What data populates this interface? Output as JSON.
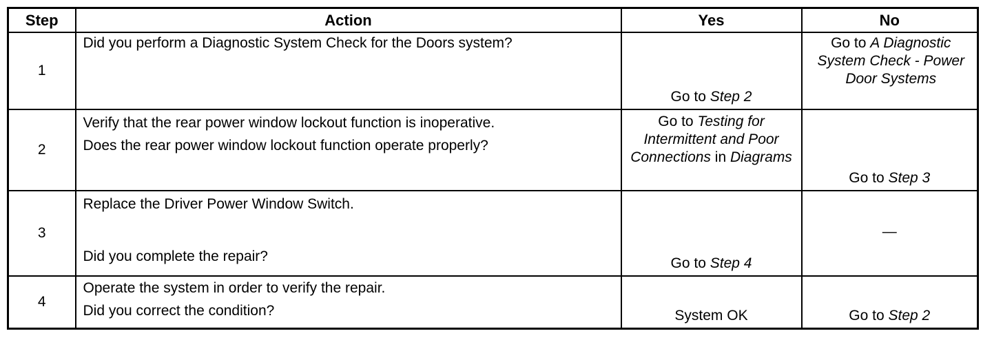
{
  "headers": {
    "step": "Step",
    "action": "Action",
    "yes": "Yes",
    "no": "No"
  },
  "rows": [
    {
      "step": "1",
      "action": [
        "Did you perform a Diagnostic System Check for the Doors system?"
      ],
      "yes": {
        "prefix": "Go to ",
        "link": "Step 2"
      },
      "no": {
        "prefix": "Go to ",
        "link": "A Diagnostic System Check - Power Door Systems"
      }
    },
    {
      "step": "2",
      "action": [
        "Verify that the rear power window lockout function is inoperative.",
        "Does the rear power window lockout function operate properly?"
      ],
      "yes": {
        "prefix": "Go to ",
        "link": "Testing for Intermittent and Poor Connections",
        "mid": " in ",
        "link2": "Diagrams"
      },
      "no": {
        "prefix": "Go to ",
        "link": "Step 3"
      }
    },
    {
      "step": "3",
      "action": [
        "Replace the Driver Power Window Switch.",
        "Did you complete the repair?"
      ],
      "yes": {
        "prefix": "Go to ",
        "link": "Step 4"
      },
      "no": {
        "text": "—"
      }
    },
    {
      "step": "4",
      "action": [
        "Operate the system in order to verify the repair.",
        "Did you correct the condition?"
      ],
      "yes": {
        "text": "System OK"
      },
      "no": {
        "prefix": "Go to ",
        "link": "Step 2"
      }
    }
  ]
}
